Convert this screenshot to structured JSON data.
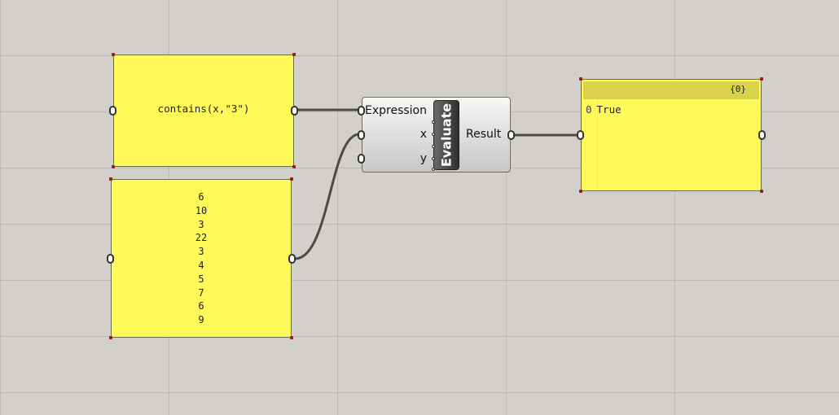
{
  "canvas": {
    "background": "#d3d0cb",
    "panel_color": "#fff95a",
    "panel_header_color": "#d8d34a",
    "wire_color": "#4a4a4a"
  },
  "expression_panel": {
    "text": "contains(x,\"3\")"
  },
  "values_panel": {
    "items": [
      "6",
      "10",
      "3",
      "22",
      "3",
      "4",
      "5",
      "7",
      "6",
      "9"
    ]
  },
  "evaluate_component": {
    "title": "Evaluate",
    "inputs": [
      "Expression",
      "x",
      "y"
    ],
    "output": "Result"
  },
  "result_panel": {
    "path": "{0}",
    "rows": [
      {
        "index": "0",
        "value": "True"
      }
    ]
  }
}
